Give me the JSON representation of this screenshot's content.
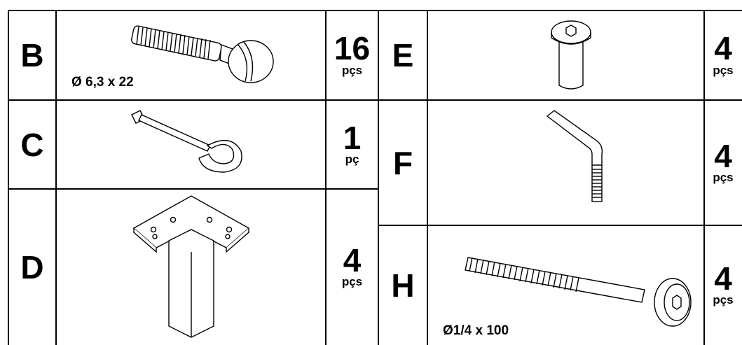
{
  "parts": {
    "B": {
      "letter": "B",
      "spec": "Ø 6,3 x 22",
      "qty": "16",
      "unit": "pçs",
      "icon": "carriage-bolt-icon"
    },
    "C": {
      "letter": "C",
      "qty": "1",
      "unit": "pç",
      "icon": "hex-key-tool-icon"
    },
    "D": {
      "letter": "D",
      "qty": "4",
      "unit": "pçs",
      "icon": "furniture-leg-icon"
    },
    "E": {
      "letter": "E",
      "qty": "4",
      "unit": "pçs",
      "icon": "barrel-nut-icon"
    },
    "F": {
      "letter": "F",
      "qty": "4",
      "unit": "pçs",
      "icon": "l-hook-bolt-icon"
    },
    "H": {
      "letter": "H",
      "spec": "Ø1/4 x 100",
      "qty": "4",
      "unit": "pçs",
      "icon": "connector-bolt-icon"
    }
  }
}
